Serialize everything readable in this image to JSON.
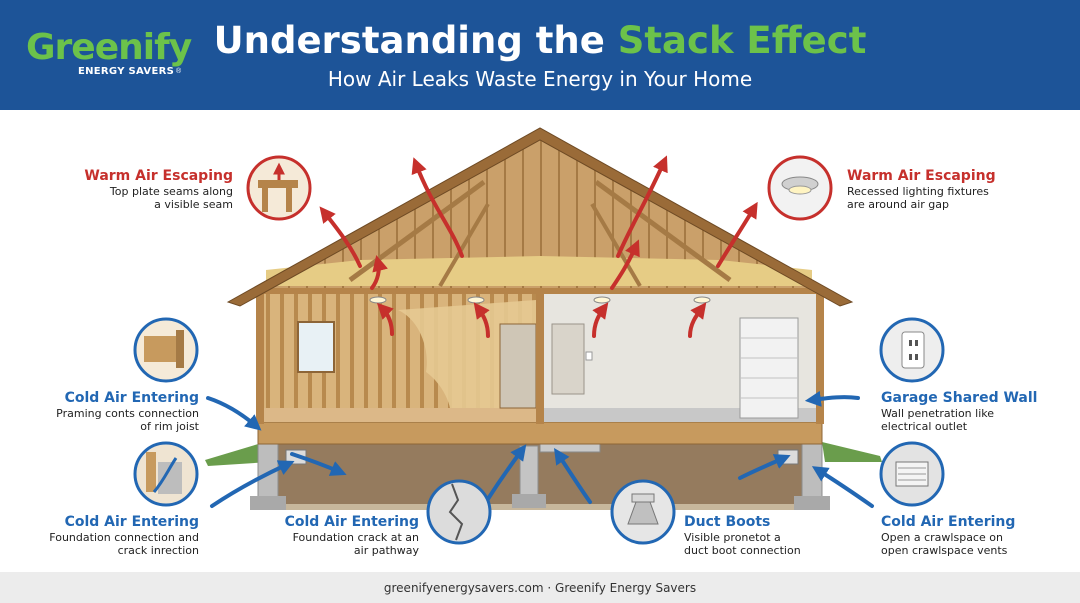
{
  "header": {
    "logo_word": "Greenify",
    "logo_sub": "ENERGY SAVERS",
    "logo_mark": "®",
    "title_main": "Understanding the ",
    "title_accent": "Stack Effect",
    "subtitle": "How Air Leaks Waste Energy in Your Home"
  },
  "colors": {
    "brand_blue": "#1d5498",
    "brand_green": "#6cc24a",
    "warm_red": "#c6302c",
    "cold_blue": "#2267b3"
  },
  "callouts": {
    "top_left": {
      "title": "Warm Air Escaping",
      "line1": "Top plate seams along",
      "line2": "a visible seam",
      "icon": "top-plate-seam-icon"
    },
    "top_right": {
      "title": "Warm Air Escaping",
      "line1": "Recessed lighting fixtures",
      "line2": "are around air gap",
      "icon": "recessed-light-icon"
    },
    "mid_left": {
      "title": "Cold Air Entering",
      "line1": "Praming conts connection",
      "line2": "of rim joist",
      "icon": "rim-joist-icon"
    },
    "mid_right": {
      "title": "Garage Shared Wall",
      "line1": "Wall penetration like",
      "line2": "electrical outlet",
      "icon": "electrical-outlet-icon"
    },
    "bottom_left": {
      "title": "Cold Air Entering",
      "line1": "Foundation connection and",
      "line2": "crack inrection",
      "icon": "foundation-connection-icon"
    },
    "bottom_center_left": {
      "title": "Cold Air Entering",
      "line1": "Foundation crack at an",
      "line2": "air pathway",
      "icon": "foundation-crack-icon"
    },
    "bottom_center_right": {
      "title": "Duct Boots",
      "line1": "Visible pronetot a",
      "line2": "duct boot connection",
      "icon": "duct-boot-icon"
    },
    "bottom_right": {
      "title": "Cold Air Entering",
      "line1": "Open a crawlspace on",
      "line2": "open crawlspace vents",
      "icon": "crawlspace-vent-icon"
    }
  },
  "footer": {
    "site": "greenifyenergysavers.com",
    "separator": "·",
    "company": "Greenify Energy Savers"
  }
}
